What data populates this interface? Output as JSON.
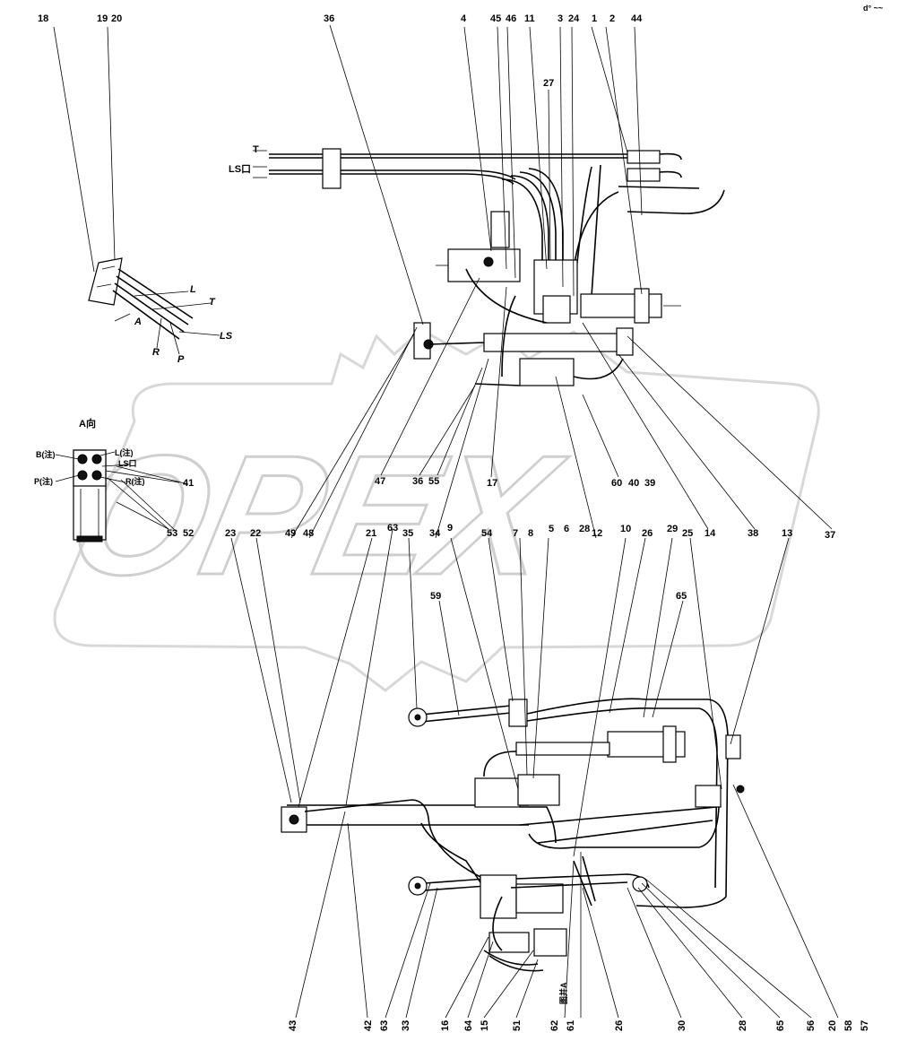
{
  "watermark": "OPEX",
  "corner_mark": "d° ~~",
  "view_a": {
    "title": "A向",
    "ports": [
      "B(注)",
      "L(注)",
      "LS口",
      "P(注)",
      "R(注)"
    ]
  },
  "detail_letters": [
    "L",
    "T",
    "A",
    "R",
    "P",
    "LS"
  ],
  "top_port_labels": [
    "T",
    "LS口"
  ],
  "bottom_note": "图并A",
  "callouts": {
    "top_row": [
      "18",
      "19",
      "20",
      "36",
      "4",
      "45",
      "46",
      "11",
      "3",
      "24",
      "1",
      "2",
      "44",
      "27"
    ],
    "upper_middle": [
      "47",
      "36",
      "55",
      "17",
      "60",
      "40",
      "39",
      "38",
      "37",
      "41",
      "53",
      "52",
      "14"
    ],
    "middle_row": [
      "23",
      "22",
      "49",
      "48",
      "21",
      "63",
      "35",
      "34",
      "9",
      "54",
      "7",
      "8",
      "5",
      "6",
      "28",
      "12",
      "10",
      "26",
      "29",
      "25",
      "13",
      "59",
      "65"
    ],
    "bottom_row": [
      "43",
      "42",
      "63",
      "33",
      "16",
      "64",
      "15",
      "51",
      "62",
      "61",
      "26",
      "30",
      "28",
      "65",
      "56",
      "20",
      "58",
      "57"
    ]
  }
}
